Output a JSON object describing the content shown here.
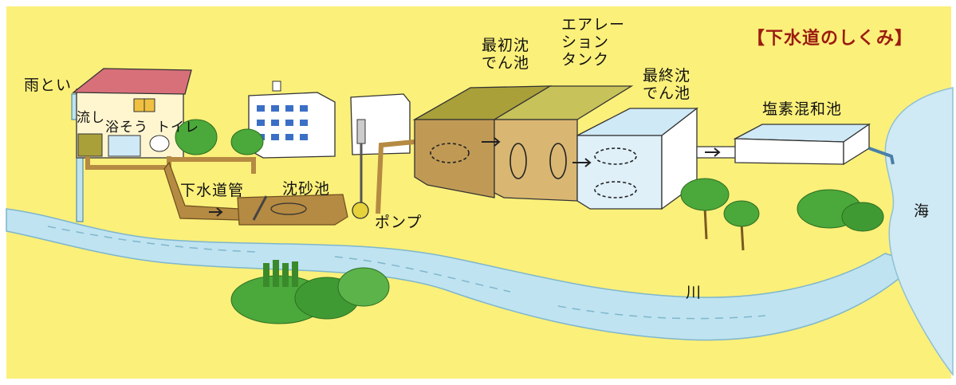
{
  "title": "【下水道のしくみ】",
  "labels": {
    "rain_gutter": "雨とい",
    "sink": "流し",
    "bathtub": "浴そう",
    "toilet": "トイレ",
    "sewer_pipe": "下水道管",
    "grit_chamber": "沈砂池",
    "pump": "ポンプ",
    "primary_tank": "最初沈\nでん池",
    "aeration_tank": "エアレー\nション\nタンク",
    "final_tank": "最終沈\nでん池",
    "chlorine_tank": "塩素混和池",
    "sea": "海",
    "river": "川"
  },
  "colors": {
    "background": "#fbf07a",
    "river": "#bfe3f0",
    "sewage": "#b58a42",
    "primary_water": "#a9a03a",
    "aeration_water": "#c8c25a",
    "clean_water": "#cfe9f6",
    "foliage": "#4ba83a",
    "roof": "#d8707a",
    "title": "#9b1b10"
  }
}
